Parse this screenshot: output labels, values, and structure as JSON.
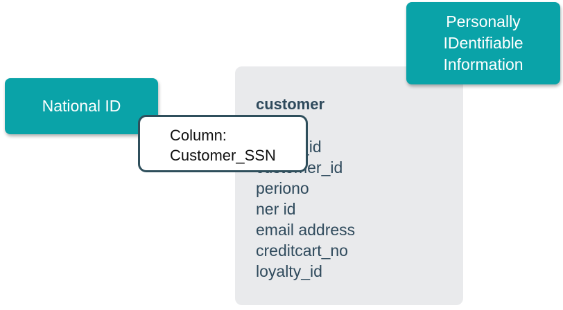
{
  "table": {
    "name": "customer",
    "columns": [
      "",
      "period_id",
      "customer_id",
      "periono",
      "ner id",
      "email address",
      "creditcart_no",
      "loyalty_id"
    ]
  },
  "classifications": {
    "national_id": "National ID",
    "pii": "Personally\nIDentifiable\nInformation"
  },
  "callout": {
    "line1": "Column:",
    "line2": "Customer_SSN"
  },
  "colors": {
    "tag_fill": "#0aa3a8",
    "table_fill": "#e9eaec",
    "table_text": "#2f4a5c",
    "callout_border": "#2f4f5c"
  }
}
